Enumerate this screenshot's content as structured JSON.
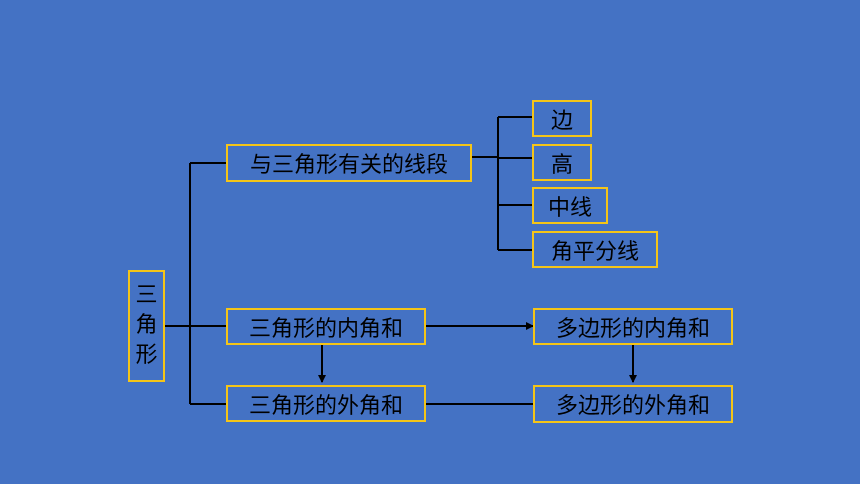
{
  "root": {
    "chars": [
      "三",
      "角",
      "形"
    ]
  },
  "branches": {
    "segments": "与三角形有关的线段",
    "interior": "三角形的内角和",
    "exterior": "三角形的外角和"
  },
  "segment_items": [
    "边",
    "高",
    "中线",
    "角平分线"
  ],
  "polygon": {
    "interior": "多边形的内角和",
    "exterior": "多边形的外角和"
  }
}
